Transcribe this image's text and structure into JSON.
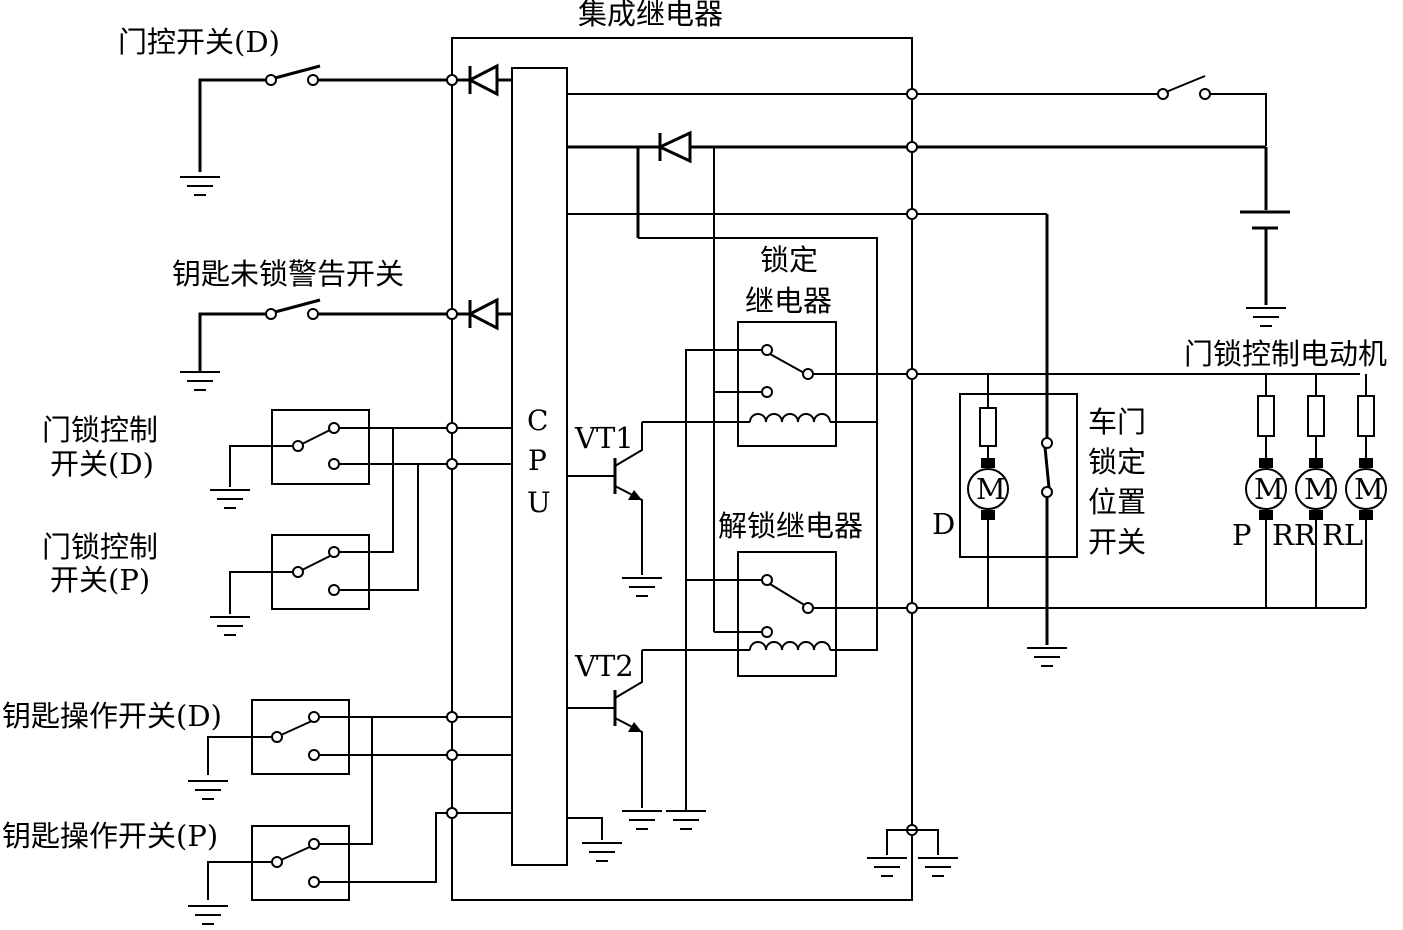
{
  "title": "集成继电器",
  "labels": {
    "door_switch_d": "门控开关(D)",
    "key_warning_switch": "钥匙未锁警告开关",
    "lock_switch_d_line1": "门锁控制",
    "lock_switch_d_line2": "开关(D)",
    "lock_switch_p_line1": "门锁控制",
    "lock_switch_p_line2": "开关(P)",
    "key_switch_d": "钥匙操作开关(D)",
    "key_switch_p": "钥匙操作开关(P)",
    "cpu_c": "C",
    "cpu_p": "P",
    "cpu_u": "U",
    "vt1": "VT1",
    "vt2": "VT2",
    "lock_relay_line1": "锁定",
    "lock_relay_line2": "继电器",
    "unlock_relay": "解锁继电器",
    "door_lock_pos_1": "车门",
    "door_lock_pos_2": "锁定",
    "door_lock_pos_3": "位置",
    "door_lock_pos_4": "开关",
    "motor_d": "D",
    "motor_group": "门锁控制电动机",
    "motor_p": "P",
    "motor_rr": "RR",
    "motor_rl": "RL",
    "motor_symbol": "M"
  }
}
